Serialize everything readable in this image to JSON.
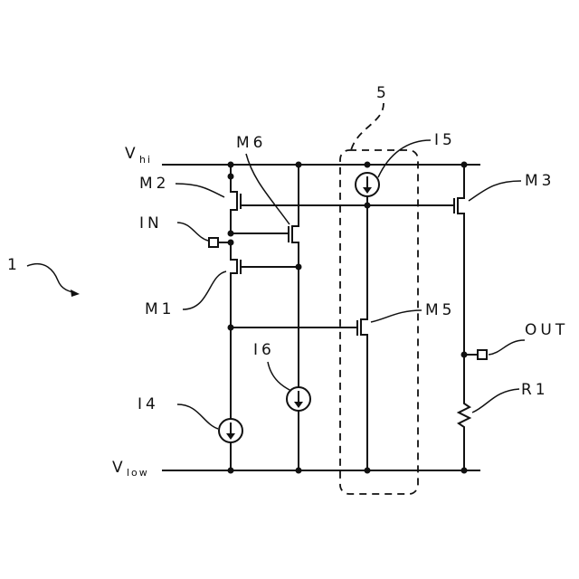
{
  "labels": {
    "ref": "1",
    "region": "5",
    "vhi_main": "V",
    "vhi_sub": "hi",
    "vlow_main": "V",
    "vlow_sub": "low",
    "m1": "M1",
    "m2": "M2",
    "m3": "M3",
    "m5": "M5",
    "m6": "M6",
    "in": "IN",
    "out": "OUT",
    "i4": "I4",
    "i5": "I5",
    "i6": "I6",
    "r1": "R1"
  }
}
